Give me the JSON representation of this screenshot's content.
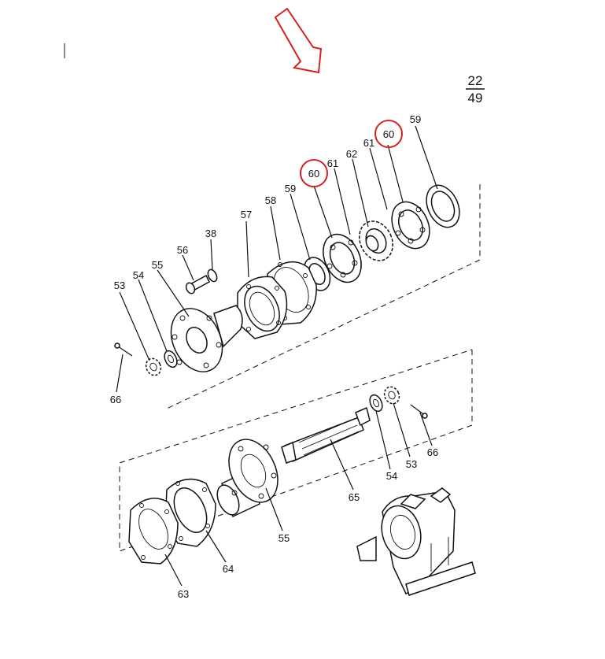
{
  "sheet": {
    "numerator": "22",
    "denominator": "49"
  },
  "highlight_color": "#d42020",
  "labels": {
    "l60a": "60",
    "l61a": "61",
    "l62": "62",
    "l61b": "61",
    "l60b": "60",
    "l59a": "59",
    "l59b": "59",
    "l58": "58",
    "l57": "57",
    "l38": "38",
    "l56": "56",
    "l55a": "55",
    "l54a": "54",
    "l53a": "53",
    "l66a": "66",
    "l65": "65",
    "l54b": "54",
    "l53b": "53",
    "l66b": "66",
    "l55b": "55",
    "l64": "64",
    "l63": "63"
  }
}
